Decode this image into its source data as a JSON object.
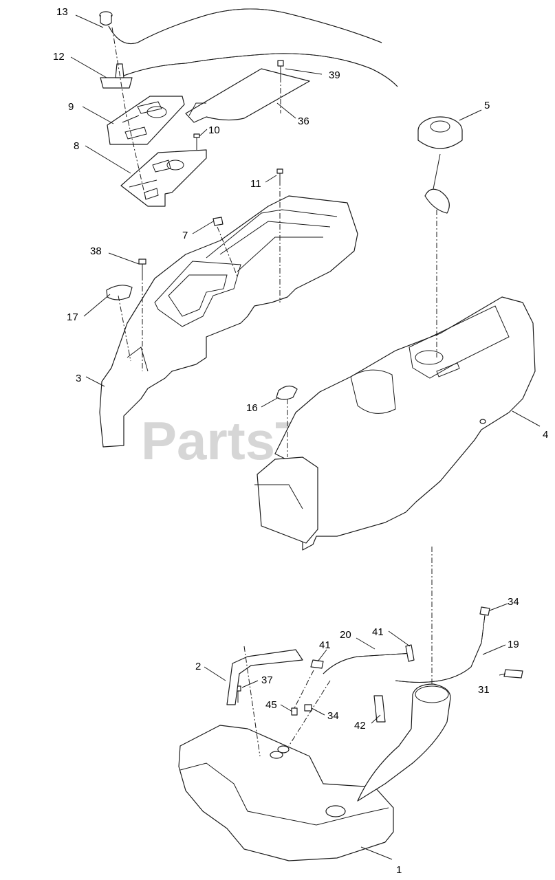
{
  "watermark": {
    "text": "PartsTree",
    "trademark": "™"
  },
  "callouts": {
    "c1": "1",
    "c2": "2",
    "c3": "3",
    "c4": "4",
    "c5": "5",
    "c7": "7",
    "c8": "8",
    "c9": "9",
    "c10": "10",
    "c11": "11",
    "c12": "12",
    "c13": "13",
    "c16": "16",
    "c17": "17",
    "c19": "19",
    "c20": "20",
    "c31": "31",
    "c34a": "34",
    "c34b": "34",
    "c36": "36",
    "c37": "37",
    "c38": "38",
    "c39": "39",
    "c41a": "41",
    "c41b": "41",
    "c42": "42",
    "c45": "45"
  },
  "colors": {
    "line": "#1a1a1a",
    "watermark": "#d6d6d6",
    "background": "#ffffff"
  }
}
